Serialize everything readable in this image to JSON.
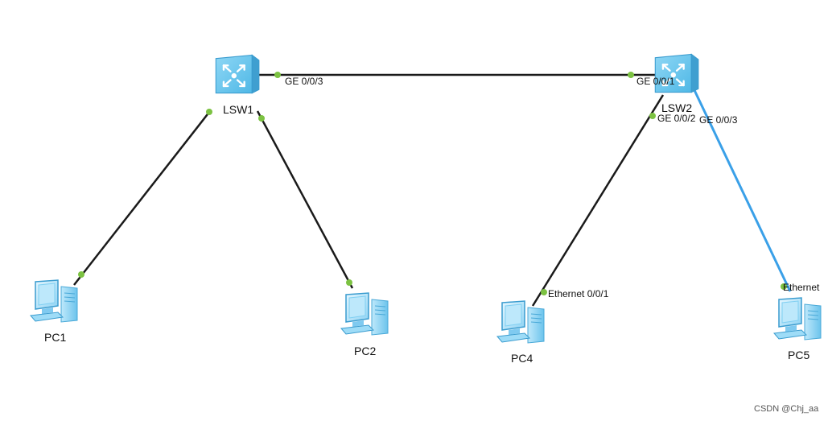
{
  "devices": {
    "lsw1": "LSW1",
    "lsw2": "LSW2",
    "pc1": "PC1",
    "pc2": "PC2",
    "pc4": "PC4",
    "pc5": "PC5"
  },
  "ports": {
    "lsw1_ge003": "GE 0/0/3",
    "lsw2_ge001": "GE 0/0/1",
    "lsw2_ge002": "GE 0/0/2",
    "lsw2_ge003": "GE 0/0/3",
    "pc4_eth": "Ethernet 0/0/1",
    "pc5_eth": "Ethernet"
  },
  "colors": {
    "link": "#1a1a1a",
    "selected_link": "#3aa0e8",
    "port_dot": "#7cc242"
  },
  "watermark": "CSDN @Chj_aa"
}
